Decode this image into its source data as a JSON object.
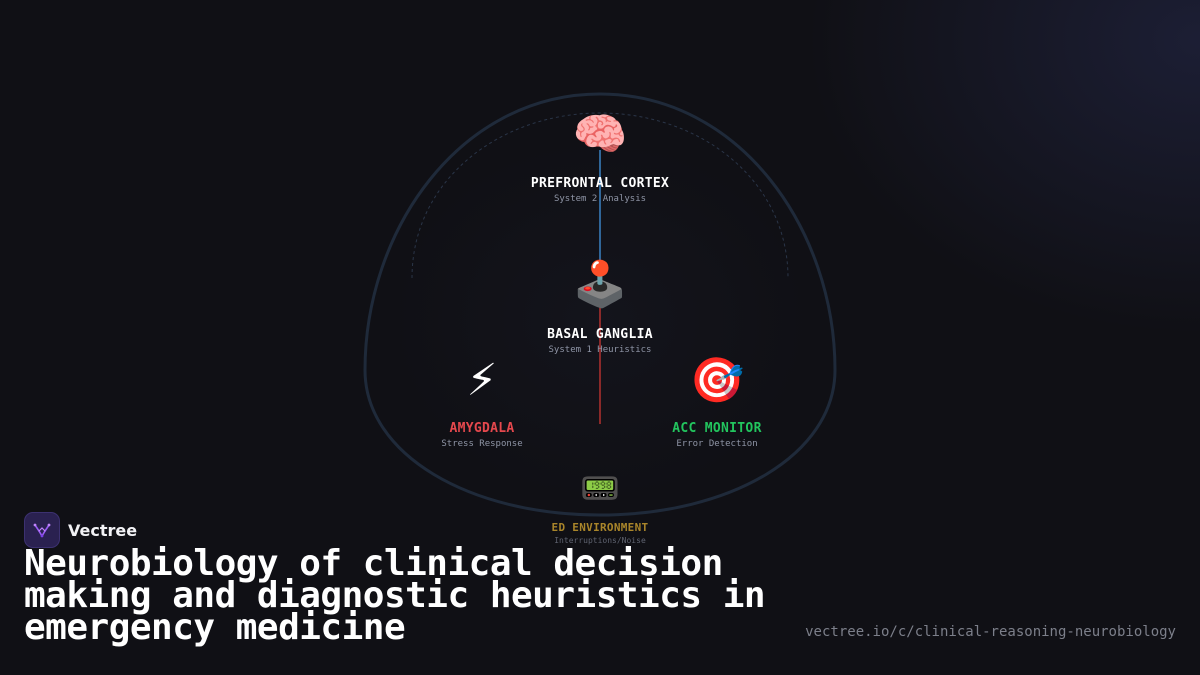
{
  "brand": {
    "name": "Vectree",
    "logo_icon": "vectree-logo-icon",
    "accent": "#7b3fe4"
  },
  "title": "Neurobiology of clinical decision making and diagnostic heuristics in emergency medicine",
  "url": "vectree.io/c/clinical-reasoning-neurobiology",
  "diagram": {
    "nodes": [
      {
        "id": "prefrontal",
        "icon": "brain-icon",
        "glyph": "🧠",
        "title": "PREFRONTAL CORTEX",
        "subtitle": "System 2 Analysis",
        "color": "#ffffff"
      },
      {
        "id": "basal",
        "icon": "joystick-icon",
        "glyph": "🕹️",
        "title": "BASAL GANGLIA",
        "subtitle": "System 1 Heuristics",
        "color": "#ffffff"
      },
      {
        "id": "amygdala",
        "icon": "lightning-icon",
        "glyph": "⚡",
        "title": "AMYGDALA",
        "subtitle": "Stress Response",
        "color": "#e5484d"
      },
      {
        "id": "acc",
        "icon": "target-icon",
        "glyph": "🎯",
        "title": "ACC MONITOR",
        "subtitle": "Error Detection",
        "color": "#22c55e"
      },
      {
        "id": "ed",
        "icon": "pager-icon",
        "glyph": "📟",
        "title": "ED ENVIRONMENT",
        "subtitle": "Interruptions/Noise",
        "color": "#a9852a"
      }
    ],
    "connectors": [
      {
        "from": "prefrontal",
        "to": "basal",
        "color": "#3b82c4"
      },
      {
        "from": "basal",
        "to": "below",
        "color": "#b3312f"
      }
    ],
    "outline_color": "#1f2a3a"
  }
}
